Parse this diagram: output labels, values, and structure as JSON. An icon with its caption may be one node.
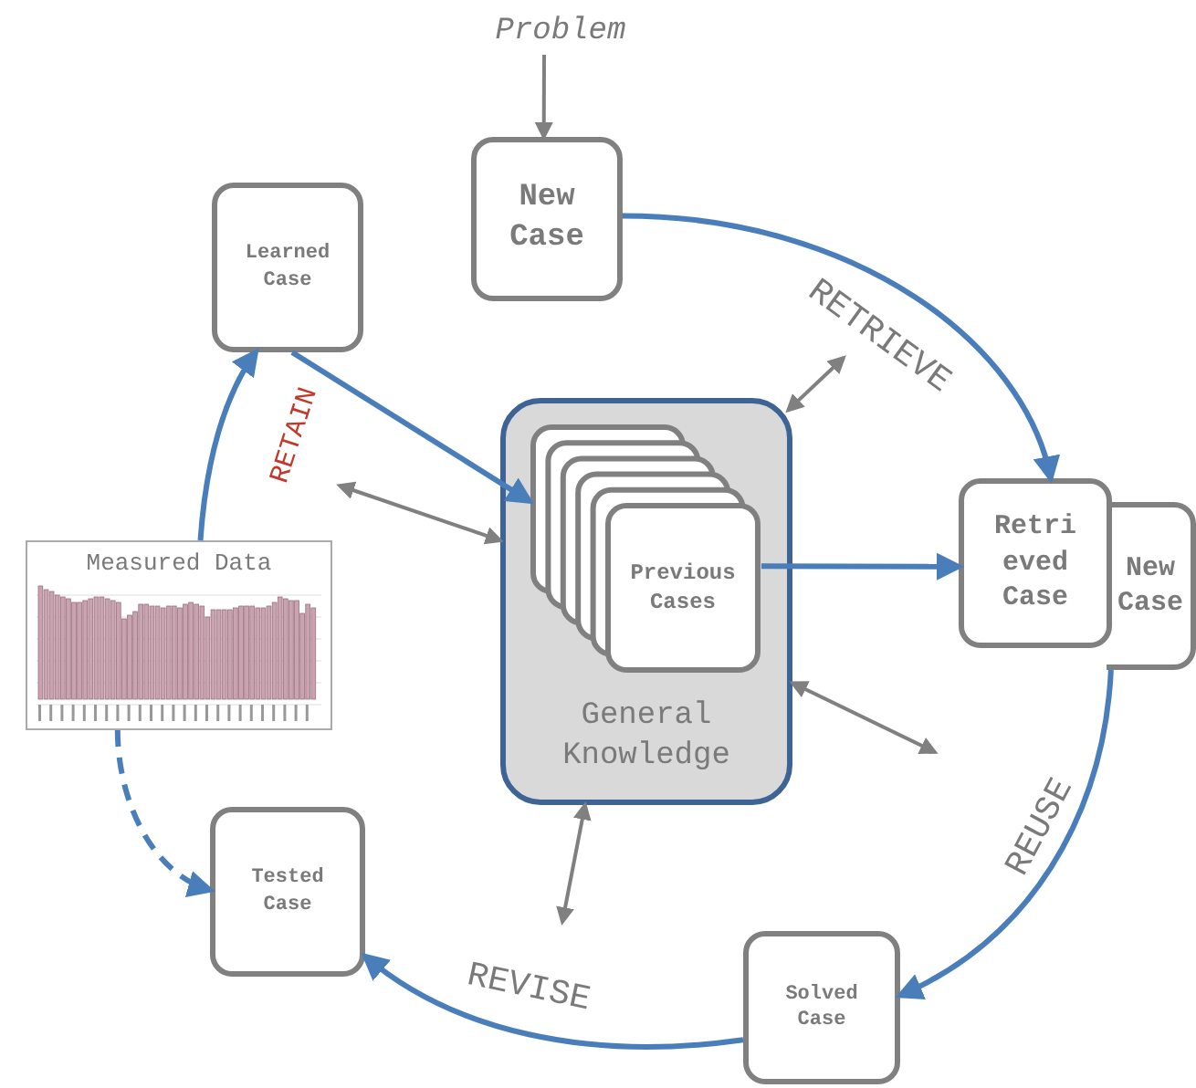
{
  "diagram": {
    "nodes": [
      {
        "text": [
          "Problem"
        ]
      },
      {
        "text": [
          "New Case"
        ]
      },
      {
        "text": [
          "Learned Case"
        ]
      },
      {
        "text": [
          "General Knowledge"
        ]
      },
      {
        "text": [
          "Previous Cases"
        ],
        "in": 3
      },
      {
        "text": [
          "Retri eved Case"
        ]
      },
      {
        "text": [
          "New Case"
        ]
      },
      {
        "text": [
          "Measured Data"
        ]
      },
      {
        "text": [
          "Tested Case"
        ]
      },
      {
        "text": [
          "Solved Case"
        ]
      }
    ],
    "edges": [
      {
        "from": 0,
        "to": 1,
        "arrow": "to",
        "color": "#808080"
      },
      {
        "from": 1,
        "to": 5,
        "arrow": "to",
        "label": "RETRIEVE"
      },
      {
        "from": 4,
        "to": 5,
        "arrow": "to"
      },
      {
        "from": 6,
        "to": 9,
        "arrow": "to",
        "label": "REUSE"
      },
      {
        "from": 9,
        "to": 8,
        "arrow": "to",
        "label": "REVISE"
      },
      {
        "from": 7,
        "to": 2,
        "arrow": "to",
        "label": "RETAIN"
      },
      {
        "from": 7,
        "to": 8,
        "arrow": "to",
        "style": "dashed"
      },
      {
        "from": 2,
        "to": 4,
        "arrow": "to"
      },
      {
        "from": 3,
        "to": null,
        "arrow": "both",
        "color": "#808080"
      },
      {
        "from": 3,
        "to": null,
        "arrow": "both",
        "color": "#808080"
      },
      {
        "from": 3,
        "to": null,
        "arrow": "both",
        "color": "#808080"
      },
      {
        "from": 3,
        "to": null,
        "arrow": "both",
        "color": "#808080"
      }
    ]
  }
}
